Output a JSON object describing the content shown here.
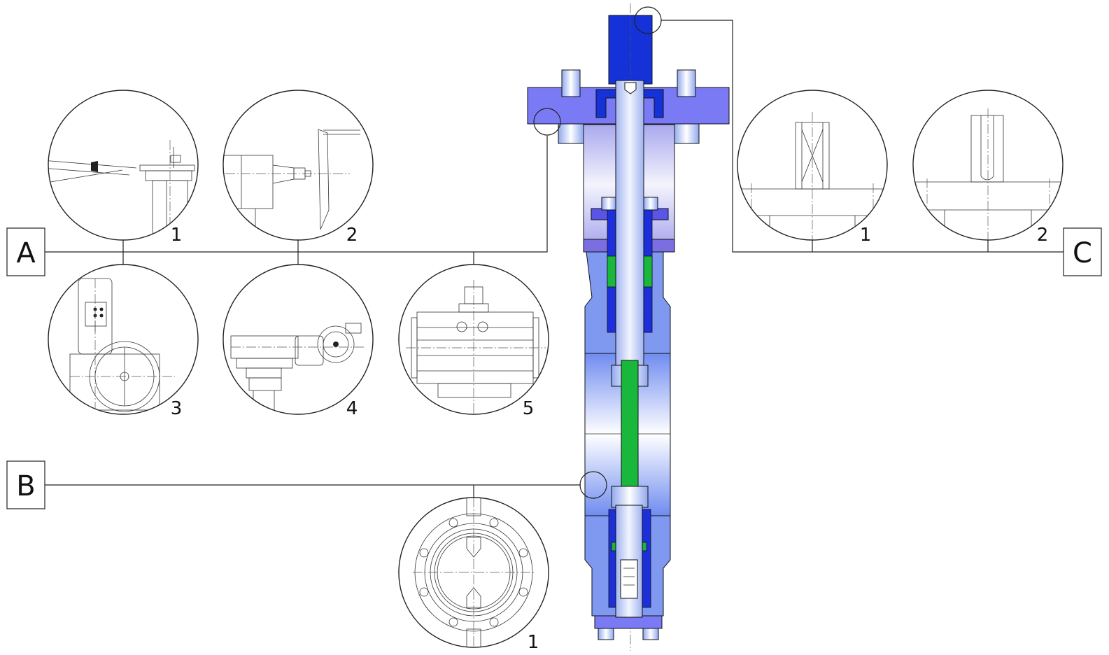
{
  "labels": {
    "group_a": "A",
    "group_b": "B",
    "group_c": "C"
  },
  "details": {
    "a1": "1",
    "a2": "2",
    "a3": "3",
    "a4": "4",
    "a5": "5",
    "b1": "1",
    "c1": "1",
    "c2": "2"
  },
  "colors": {
    "stem_blue": "#1432d8",
    "body_blue": "#7f98f0",
    "flange_purple": "#7a7af5",
    "seal_green": "#19b83c",
    "stem_light": "#c9d6f8",
    "highlight": "#eef2fd"
  }
}
